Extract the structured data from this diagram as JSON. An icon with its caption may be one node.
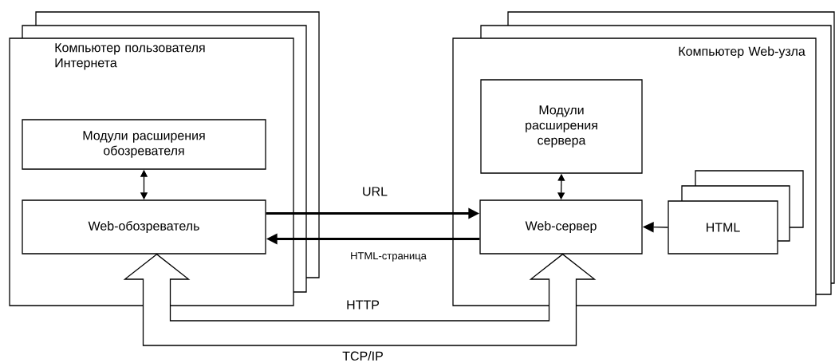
{
  "diagram": {
    "nodes": [
      {
        "text": [
          "Компьютер пользователя Интернета"
        ]
      },
      {
        "text": [
          "Модули расширения обозревателя"
        ],
        "in": 0
      },
      {
        "text": [
          "Web-обозреватель"
        ],
        "in": 0
      },
      {
        "text": [
          "Компьютер Web-узла"
        ]
      },
      {
        "text": [
          "Модули расширения сервера"
        ],
        "in": 3
      },
      {
        "text": [
          "Web-сервер"
        ],
        "in": 3
      },
      {
        "text": [
          "HTML"
        ],
        "in": 3
      }
    ],
    "edges": [
      {
        "from": 1,
        "to": 2,
        "arrow": "both"
      },
      {
        "from": 4,
        "to": 5,
        "arrow": "both"
      },
      {
        "from": 2,
        "to": 5,
        "arrow": "to",
        "label": "URL",
        "style": "thick"
      },
      {
        "from": 5,
        "to": 2,
        "arrow": "to",
        "label": "HTML-страница",
        "style": "thick"
      },
      {
        "from": 6,
        "to": 5,
        "arrow": "to"
      },
      {
        "from": 2,
        "to": 5,
        "arrow": "both",
        "label": "HTTP"
      }
    ],
    "labels": [
      "TCP/IP"
    ]
  }
}
